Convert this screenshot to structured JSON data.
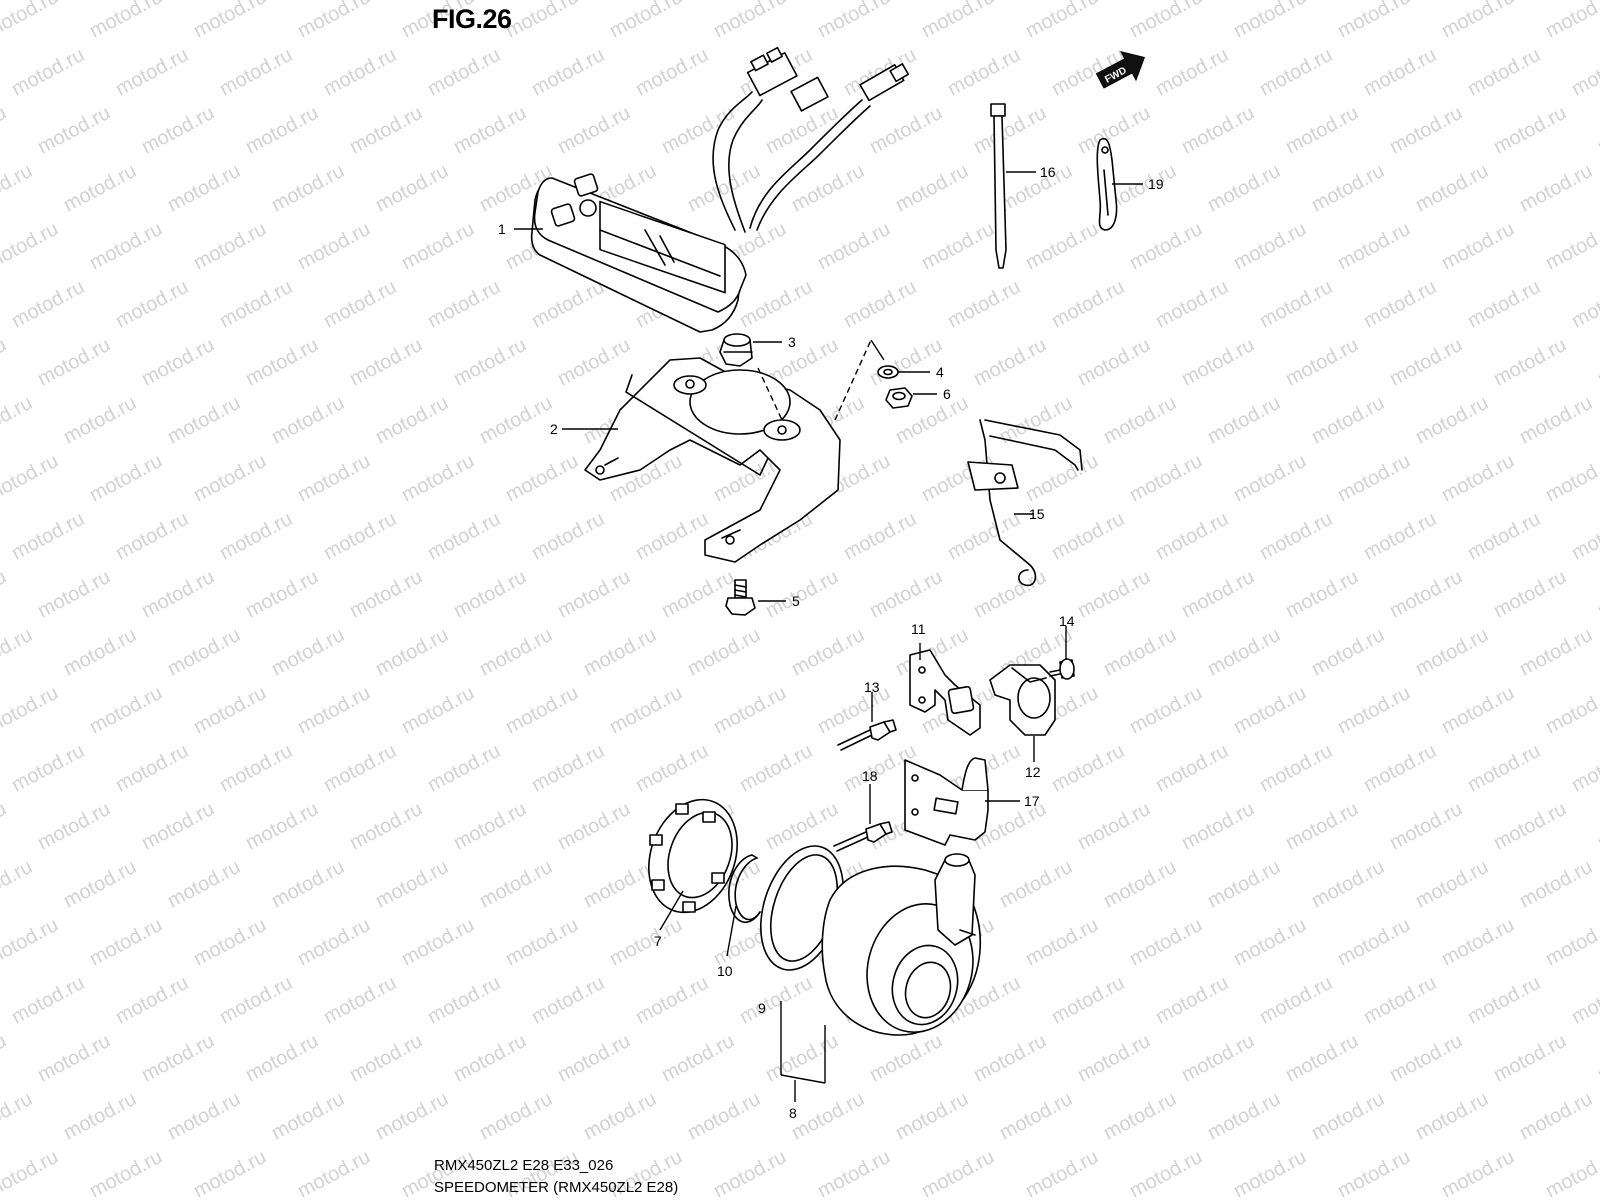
{
  "figure": {
    "title": "FIG.26",
    "model_code": "RMX450ZL2 E28 E33_026",
    "caption": "SPEEDOMETER (RMX450ZL2 E28)"
  },
  "watermark": "motod.ru",
  "direction_badge": "FWD",
  "callouts": [
    "1",
    "2",
    "3",
    "4",
    "5",
    "6",
    "7",
    "8",
    "9",
    "10",
    "11",
    "12",
    "13",
    "14",
    "15",
    "16",
    "17",
    "18",
    "19"
  ],
  "icons": {
    "speedometer_unit": "speedometer-icon",
    "bracket": "bracket-icon",
    "fwd": "fwd-arrow-icon"
  }
}
